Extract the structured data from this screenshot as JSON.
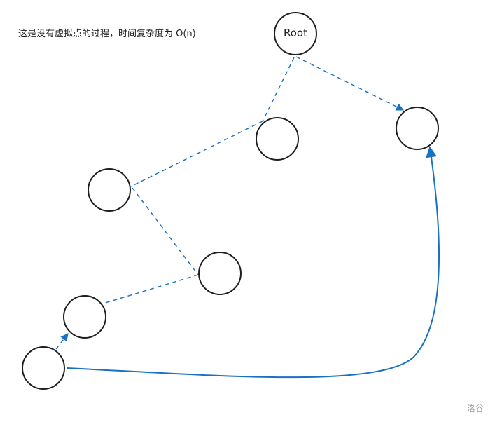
{
  "caption": "这是没有虚拟点的过程，时间复杂度为 O(n)",
  "root_label": "Root",
  "watermark": "洛谷",
  "colors": {
    "edge": "#1971c2",
    "node": "#1e1e1e"
  }
}
